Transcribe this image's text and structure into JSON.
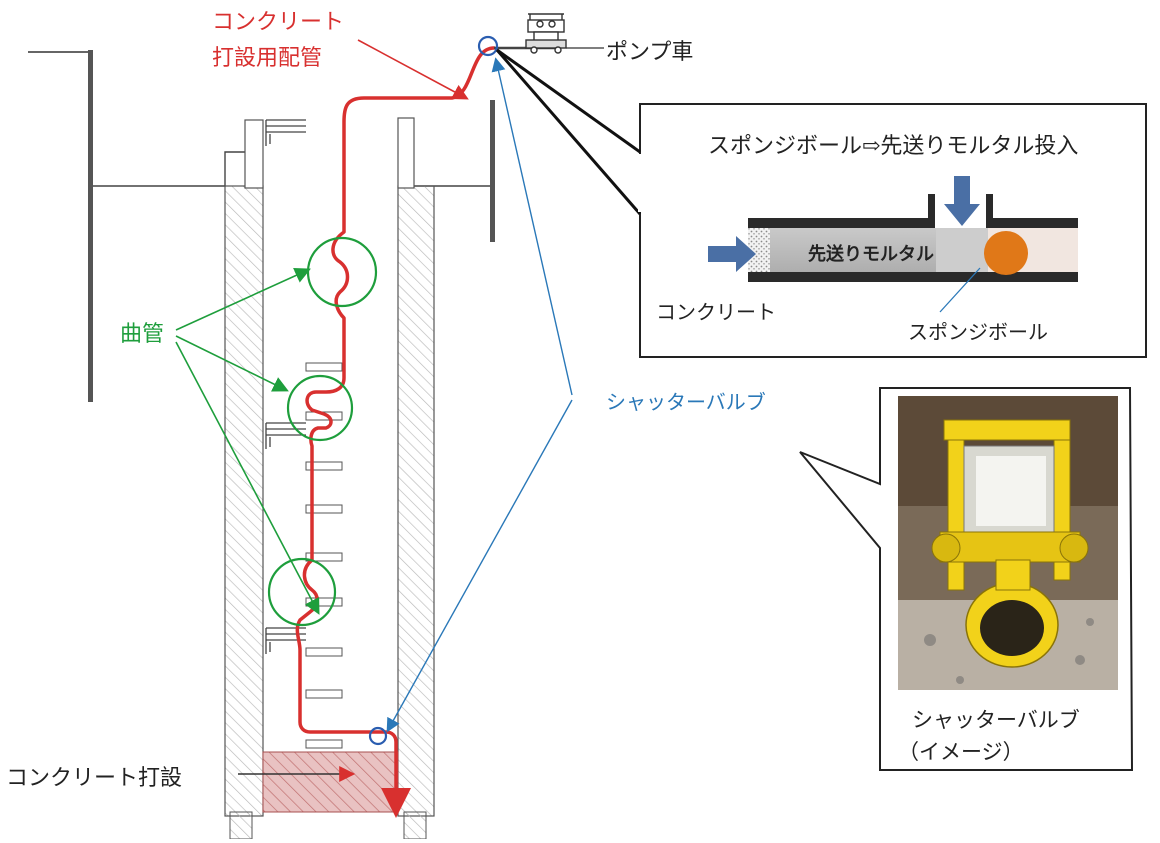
{
  "labels": {
    "pipe_line1": "コンクリート",
    "pipe_line2": "打設用配管",
    "pump_truck": "ポンプ車",
    "bent_pipe": "曲管",
    "shutter_valve": "シャッターバルブ",
    "concrete_placing": "コンクリート打設"
  },
  "callout_top": {
    "title": "スポンジボール⇨先送りモルタル投入",
    "mortar": "先送りモルタル",
    "concrete": "コンクリート",
    "sponge_ball": "スポンジボール"
  },
  "callout_photo": {
    "caption_line1": "シャッターバルブ",
    "caption_line2": "（イメージ）"
  },
  "colors": {
    "pipe": "#d8302f",
    "bent_marker": "#1e9e3c",
    "valve_marker": "#2a78b8",
    "arrow_blue": "#4a6fa5",
    "sponge_ball": "#e07818",
    "valve_body": "#f2d21a"
  }
}
